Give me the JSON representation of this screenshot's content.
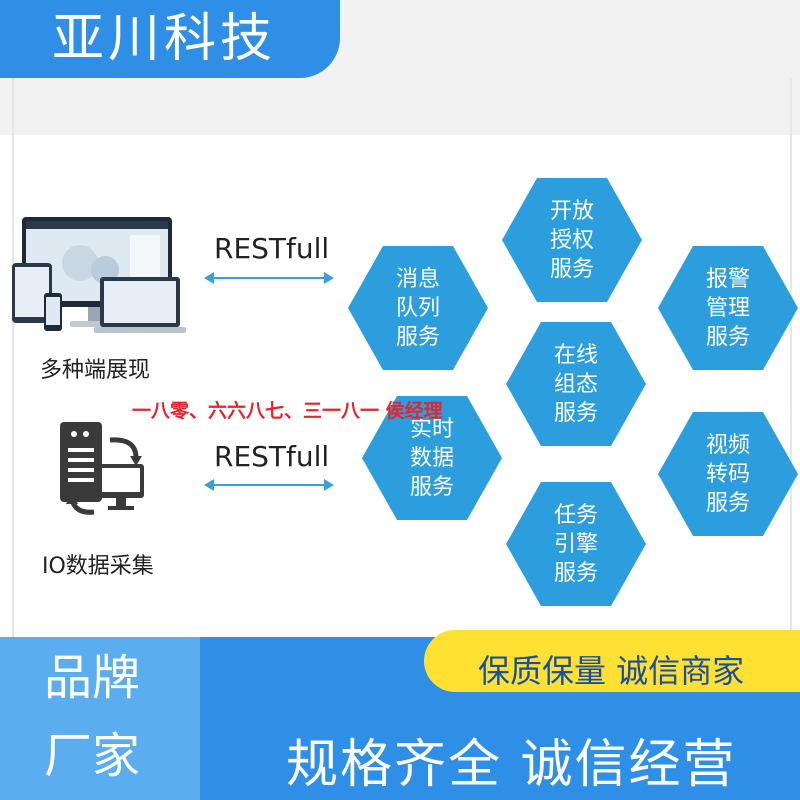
{
  "brand": {
    "name": "亚川科技"
  },
  "diagram": {
    "left": {
      "devices_label": "多种端展现",
      "io_label": "IO数据采集",
      "rest_top": "RESTfull",
      "rest_bottom": "RESTfull"
    },
    "contact": "一八零、六六八七、三一八一 侯经理",
    "services": [
      "开放\n授权\n服务",
      "消息\n队列\n服务",
      "报警\n管理\n服务",
      "在线\n组态\n服务",
      "实时\n数据\n服务",
      "视频\n转码\n服务",
      "任务\n引擎\n服务"
    ]
  },
  "footer": {
    "brand_line1": "品牌",
    "brand_line2": "厂家",
    "quality": "保质保量  诚信商家",
    "slogan": "规格齐全  诚信经营"
  },
  "colors": {
    "blue": "#2f8ee6",
    "hex_blue": "#2c9ede",
    "yellow": "#ffe033",
    "red": "#e8232b"
  }
}
